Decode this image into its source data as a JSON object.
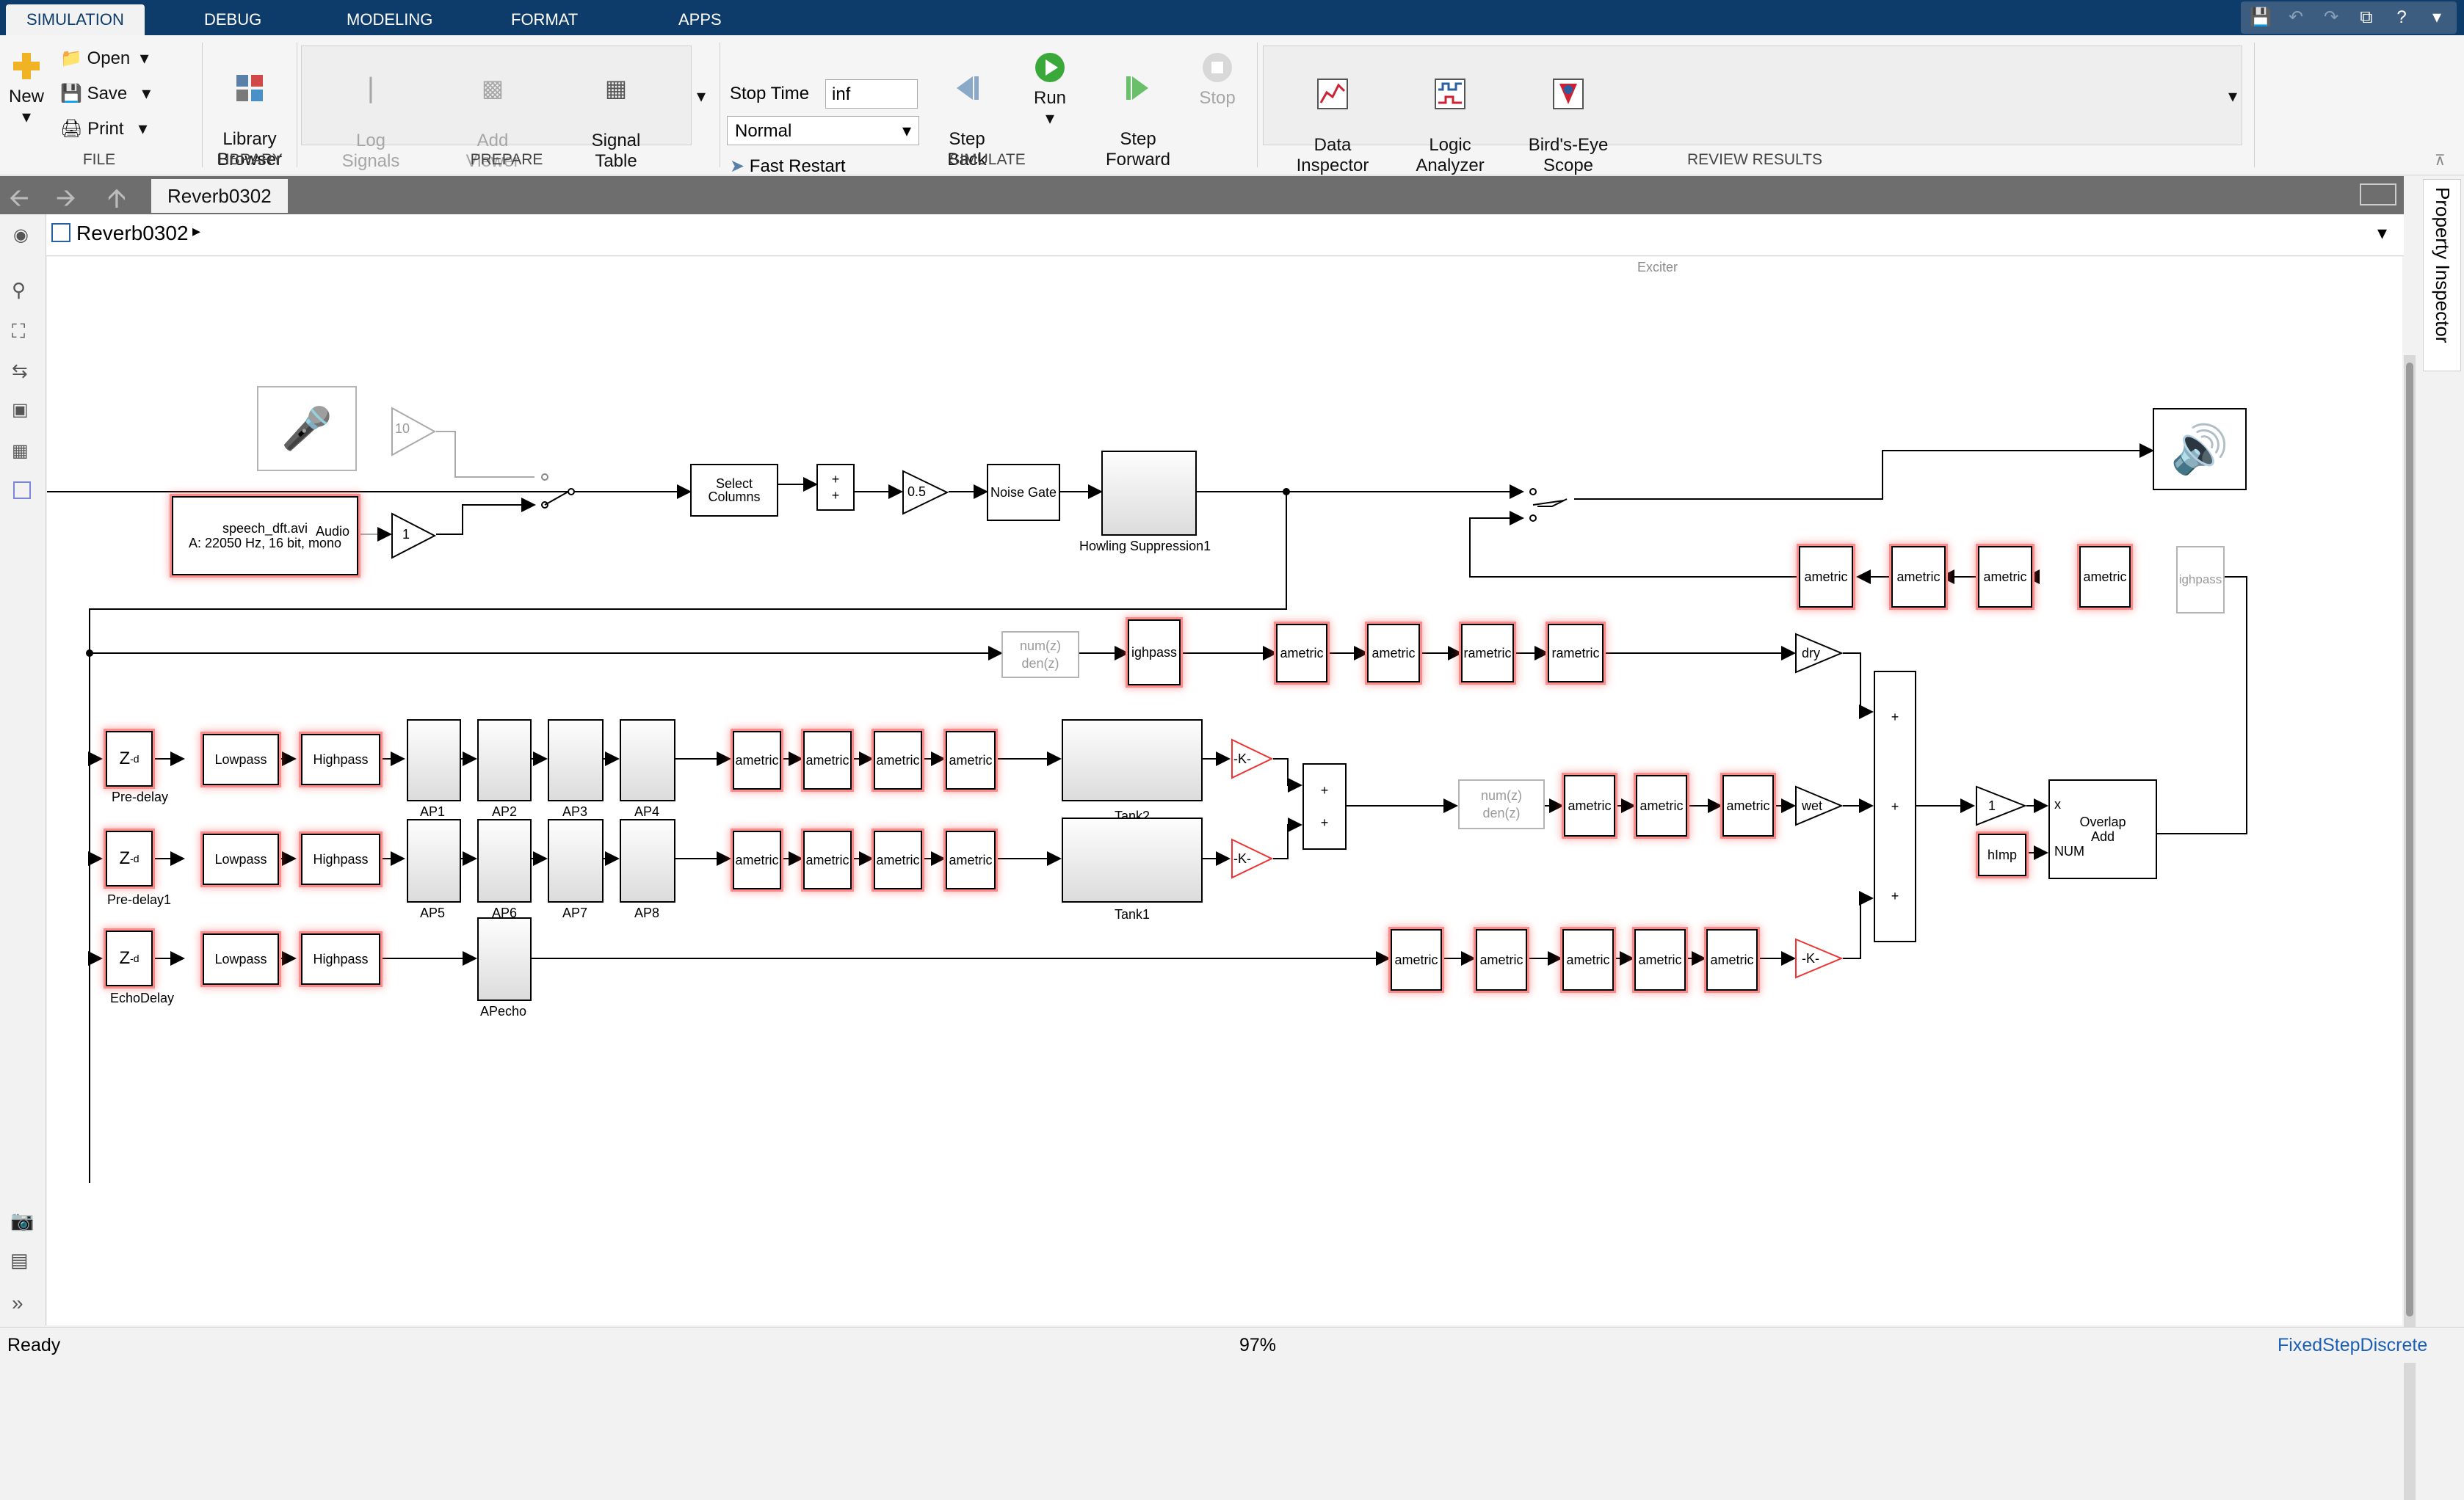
{
  "tabs": [
    {
      "label": "SIMULATION",
      "active": true
    },
    {
      "label": "DEBUG",
      "active": false
    },
    {
      "label": "MODELING",
      "active": false
    },
    {
      "label": "FORMAT",
      "active": false
    },
    {
      "label": "APPS",
      "active": false
    }
  ],
  "ribbon": {
    "file": {
      "new": "New",
      "open": "Open",
      "save": "Save",
      "print": "Print",
      "group": "FILE"
    },
    "library": {
      "browser": "Library\nBrowser",
      "group": "LIBRARY"
    },
    "prepare": {
      "log": "Log\nSignals",
      "viewer": "Add\nViewer",
      "table": "Signal\nTable",
      "group": "PREPARE"
    },
    "simulate": {
      "stop_time_label": "Stop Time",
      "stop_time_value": "inf",
      "mode": "Normal",
      "fast_restart": "Fast Restart",
      "step_back": "Step\nBack",
      "run": "Run",
      "step_forward": "Step\nForward",
      "stop": "Stop",
      "group": "SIMULATE"
    },
    "review": {
      "data_inspector": "Data\nInspector",
      "logic_analyzer": "Logic\nAnalyzer",
      "birds_eye": "Bird's-Eye\nScope",
      "group": "REVIEW RESULTS"
    }
  },
  "nav": {
    "tab": "Reverb0302",
    "breadcrumb": "Reverb0302"
  },
  "right_panel": {
    "label": "Property Inspector"
  },
  "canvas": {
    "exciter_label": "Exciter"
  },
  "blocks": {
    "audio_src_name": "speech_dft.avi",
    "audio_src_detail": "A: 22050 Hz, 16 bit, mono",
    "audio_port": "Audio",
    "gain_10": "10",
    "gain_1": "1",
    "select_columns": "Select\nColumns",
    "gain_05": "0.5",
    "noise_gate": "Noise Gate",
    "howling": "Howling Suppression1",
    "num": "num(z)",
    "den": "den(z)",
    "highpass": "Highpass",
    "lowpass": "Lowpass",
    "highpass_cut": "ighpass",
    "ametric": "ametric",
    "rametric": "rametric",
    "zd": "Z",
    "zd_sup": "-d",
    "predelay": "Pre-delay",
    "predelay1": "Pre-delay1",
    "echodelay": "EchoDelay",
    "ap": [
      "AP1",
      "AP2",
      "AP3",
      "AP4",
      "AP5",
      "AP6",
      "AP7",
      "AP8"
    ],
    "apecho": "APecho",
    "tank2": "Tank2",
    "tank1": "Tank1",
    "k": "-K-",
    "dry": "dry",
    "wet": "wet",
    "one": "1",
    "himp": "hImp",
    "overlap": "Overlap\nAdd",
    "port_x": "x",
    "port_num": "NUM",
    "plus": "+"
  },
  "status": {
    "left": "Ready",
    "zoom": "97%",
    "solver": "FixedStepDiscrete"
  }
}
